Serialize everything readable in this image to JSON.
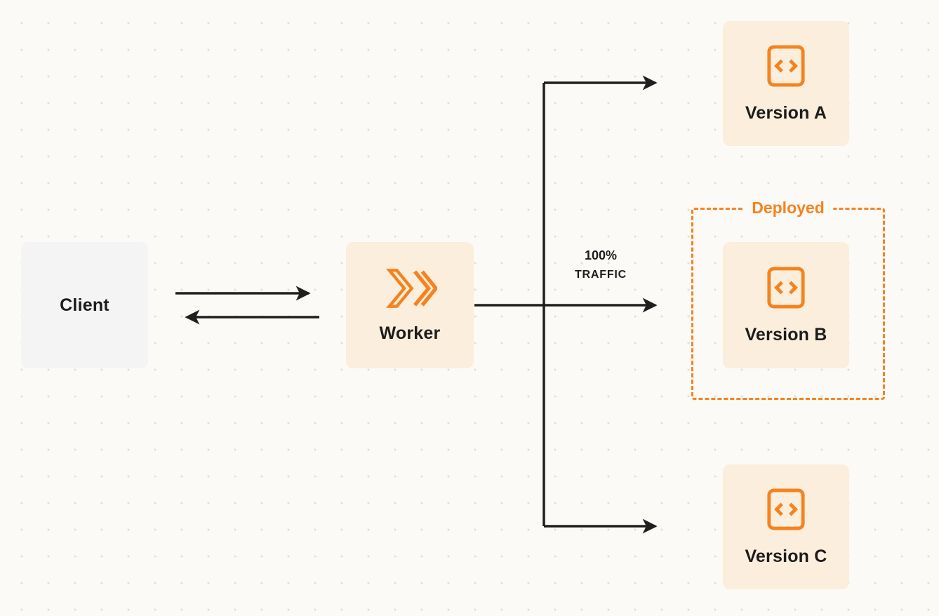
{
  "diagram": {
    "client": {
      "label": "Client"
    },
    "worker": {
      "label": "Worker"
    },
    "versions": [
      {
        "label": "Version A"
      },
      {
        "label": "Version B"
      },
      {
        "label": "Version C"
      }
    ],
    "deployed": {
      "label": "Deployed"
    },
    "traffic": {
      "line1": "100%",
      "line2": "TRAFFIC"
    },
    "colors": {
      "accent_orange": "#F6821F",
      "box_orange": "#FBEEDC",
      "box_gray": "#F4F4F5",
      "arrow": "#1F1F1F",
      "background": "#FCFAF7"
    }
  }
}
